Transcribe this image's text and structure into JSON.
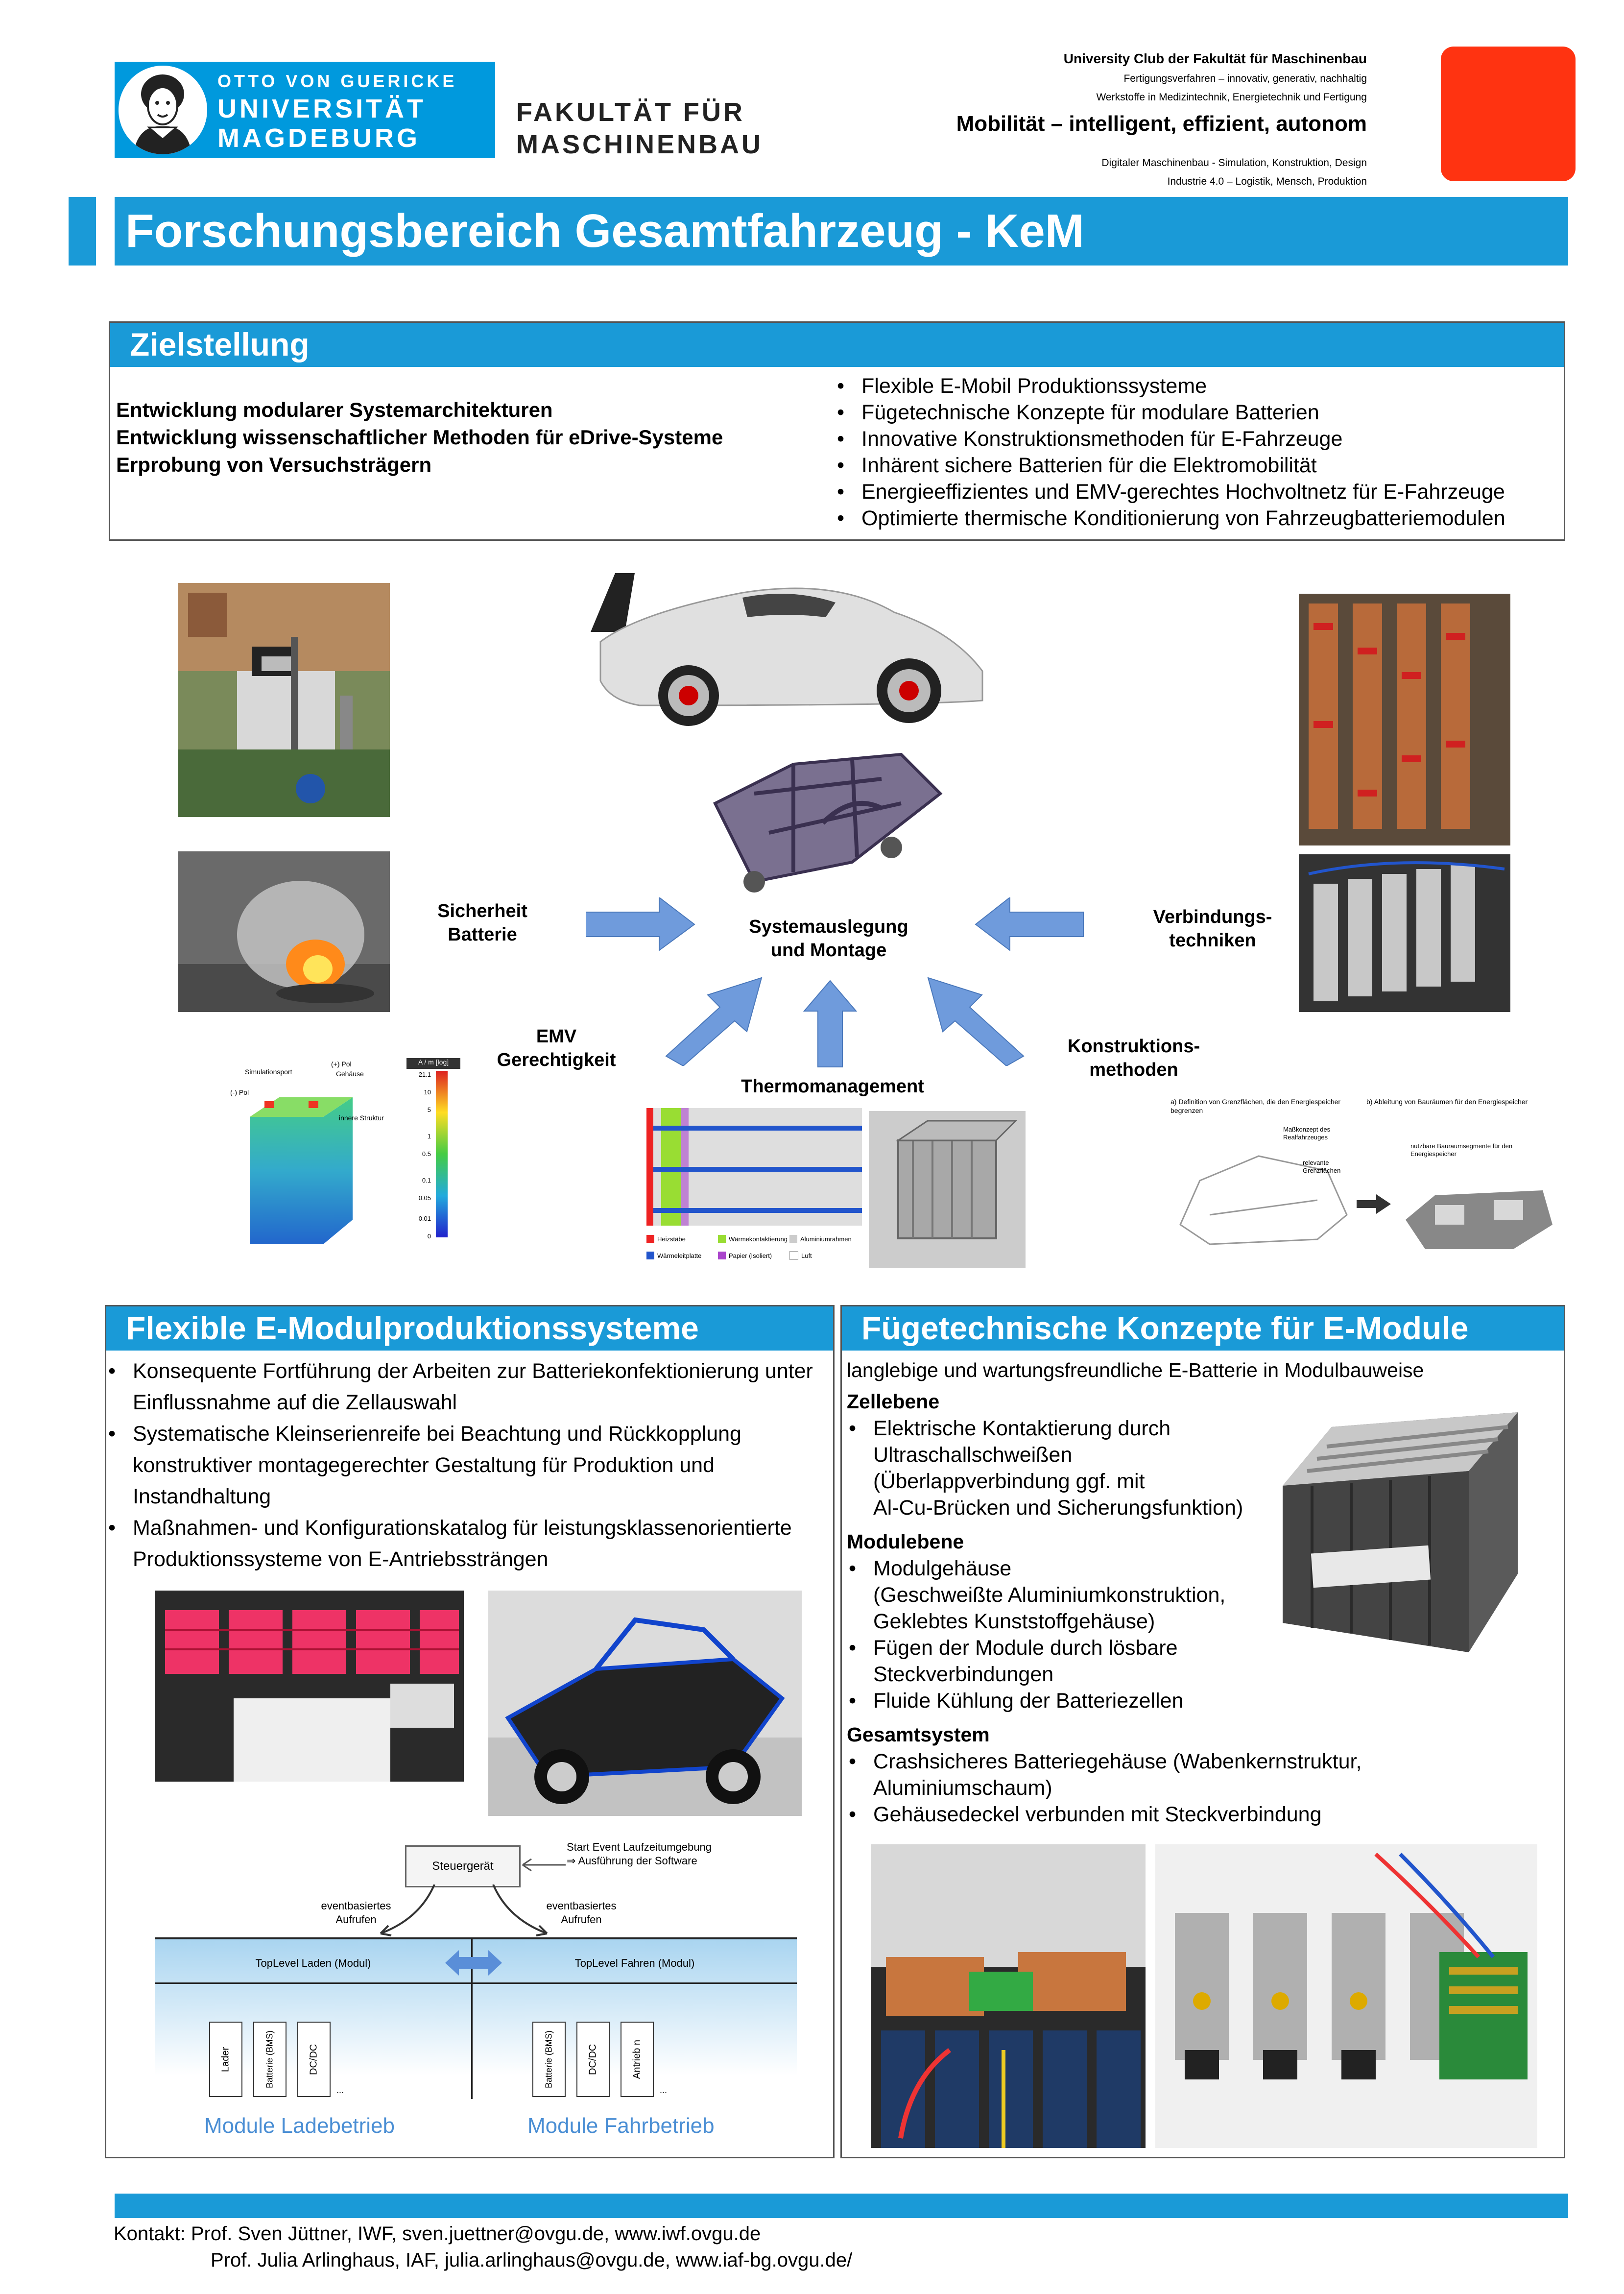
{
  "logo": {
    "line1": "OTTO VON GUERICKE",
    "line2": "UNIVERSITÄT",
    "line3": "MAGDEBURG",
    "faculty_line1": "FAKULTÄT FÜR",
    "faculty_line2": "MASCHINENBAU"
  },
  "club": {
    "title": "University Club der Fakultät für Maschinenbau",
    "line1": "Fertigungsverfahren – innovativ, generativ, nachhaltig",
    "line2": "Werkstoffe in Medizintechnik, Energietechnik und Fertigung",
    "highlight": "Mobilität – intelligent, effizient, autonom",
    "line3": "Digitaler Maschinenbau - Simulation, Konstruktion, Design",
    "line4": "Industrie 4.0 – Logistik, Mensch, Produktion"
  },
  "page_title": "Forschungsbereich Gesamtfahrzeug - KeM",
  "zielstellung": {
    "heading": "Zielstellung",
    "left": [
      "Entwicklung modularer Systemarchitekturen",
      "Entwicklung wissenschaftlicher Methoden für eDrive-Systeme",
      "Erprobung von Versuchsträgern"
    ],
    "bullets": [
      "Flexible E-Mobil Produktionssysteme",
      "Fügetechnische Konzepte für modulare Batterien",
      "Innovative Konstruktionsmethoden für E-Fahrzeuge",
      "Inhärent sichere Batterien für die Elektromobilität",
      "Energieeffizientes und EMV-gerechtes Hochvoltnetz für E-Fahrzeuge",
      "Optimierte thermische Konditionierung von Fahrzeugbatteriemodulen"
    ]
  },
  "center": {
    "sicherheit": "Sicherheit\nBatterie",
    "system": "Systemauslegung\nund  Montage",
    "verbindung": "Verbindungs-\ntechniken",
    "emv": "EMV\nGerechtigkeit",
    "konstruktion": "Konstruktions-\nmethoden",
    "thermo": "Thermomanagement"
  },
  "battery_sim": {
    "labels": [
      "Simulationsport",
      "(+) Pol",
      "Gehäuse",
      "(-) Pol",
      "innere Struktur"
    ],
    "scale_title": "A / m [log]",
    "scale_ticks": [
      "21.1",
      "10",
      "5",
      "1",
      "0.5",
      "0.1",
      "0.05",
      "0.01",
      "0"
    ]
  },
  "thermo_legend": [
    "Heizstäbe",
    "Wärmekontaktierung",
    "Aluminiumrahmen",
    "Wärmeleitplatte",
    "Papier (Isoliert)",
    "Luft"
  ],
  "thermo_legend_colors": [
    "#ee2222",
    "#99dd33",
    "#cccccc",
    "#2255cc",
    "#aa44cc",
    "#ffffff"
  ],
  "konstr_diagram": {
    "a": "a)  Definition von Grenzflächen, die den Energiespeicher begrenzen",
    "b": "b)  Ableitung von Bauräumen für den Energiespeicher",
    "c1": "Maßkonzept des Realfahrzeuges",
    "c2": "relevante Grenzflächen",
    "c3": "nutzbare Bauraumsegmente für den Energiespeicher"
  },
  "flexibel": {
    "heading": "Flexible E-Modulproduktionssysteme",
    "bullets": [
      "Konsequente Fortführung der Arbeiten zur Batteriekonfektionierung unter Einflussnahme auf die Zellauswahl",
      "Systematische Kleinserienreife bei Beachtung und Rückkopplung konstruktiver montagegerechter Gestaltung für Produktion und Instandhaltung",
      "Maßnahmen- und Konfigurationskatalog für leistungsklassenorientierte Produktionssysteme von E-Antriebssträngen"
    ]
  },
  "flow": {
    "controller": "Steuergerät",
    "start": "Start Event Laufzeitumgebung\n⇒ Ausführung der Software",
    "left_event": "eventbasiertes\nAufrufen",
    "right_event": "eventbasiertes\nAufrufen",
    "top_left": "TopLevel Laden (Modul)",
    "top_right": "TopLevel Fahren (Modul)",
    "left_modules": [
      "Lader",
      "Batterie (BMS)",
      "DC/DC"
    ],
    "right_modules": [
      "Batterie (BMS)",
      "DC/DC",
      "Antrieb n"
    ],
    "ellipsis": "...",
    "caption_left": "Module Ladebetrieb",
    "caption_right": "Module Fahrbetrieb"
  },
  "fuege": {
    "heading": "Fügetechnische Konzepte für E-Module",
    "intro": "langlebige und wartungsfreundliche E-Batterie in Modulbauweise",
    "groups": [
      {
        "title": "Zellebene",
        "items": [
          "Elektrische Kontaktierung durch\nUltraschallschweißen\n(Überlappverbindung ggf. mit\nAl-Cu-Brücken und Sicherungsfunktion)"
        ]
      },
      {
        "title": "Modulebene",
        "items": [
          "Modulgehäuse\n(Geschweißte Aluminiumkonstruktion,\nGeklebtes Kunststoffgehäuse)",
          "Fügen der Module durch lösbare\nSteckverbindungen",
          "Fluide Kühlung der Batteriezellen"
        ]
      },
      {
        "title": "Gesamtsystem",
        "items": [
          "Crashsicheres Batteriegehäuse (Wabenkernstruktur,\nAluminiumschaum)",
          "Gehäusedeckel verbunden mit Steckverbindung"
        ]
      }
    ]
  },
  "contact": {
    "line1": "Kontakt: Prof. Sven Jüttner, IWF, sven.juettner@ovgu.de, www.iwf.ovgu.de",
    "line2": "Prof. Julia Arlinghaus, IAF, julia.arlinghaus@ovgu.de, www.iaf-bg.ovgu.de/"
  }
}
